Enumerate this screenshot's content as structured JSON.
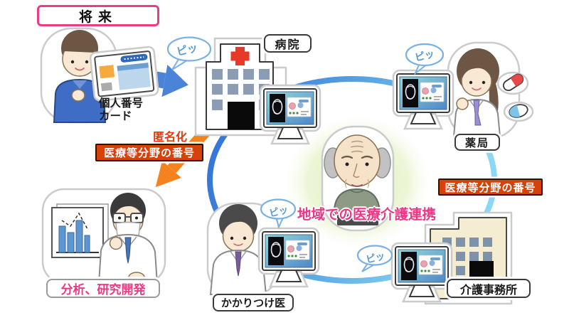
{
  "badge": {
    "label": "将来"
  },
  "card_owner": {
    "label_line1": "個人番号",
    "label_line2": "カード"
  },
  "hospital": {
    "label": "病院"
  },
  "pharmacy": {
    "label": "薬局"
  },
  "family_doctor": {
    "label": "かかりつけ医"
  },
  "care_office": {
    "label": "介護事務所"
  },
  "research": {
    "label": "分析、研究開発"
  },
  "center_caption": {
    "label": "地域での医療介護連携"
  },
  "flow": {
    "anonymization_label": "匿名化",
    "medical_number_label_left": "医療等分野の番号",
    "medical_number_label_right": "医療等分野の番号",
    "beep_label": "ピッ"
  },
  "colors": {
    "pink_accent": "#ea3d87",
    "red_box": "#d5420a",
    "orange_arrow": "#f5821f",
    "blue_arrow": "#4a84d8",
    "ring_blue_dark": "#2e6cd4",
    "ring_blue_light": "#8cd8f4",
    "bubble_outline": "#7ab0e4",
    "beep_text": "#5b9bd5",
    "glow_green": "#e6f2c9"
  }
}
